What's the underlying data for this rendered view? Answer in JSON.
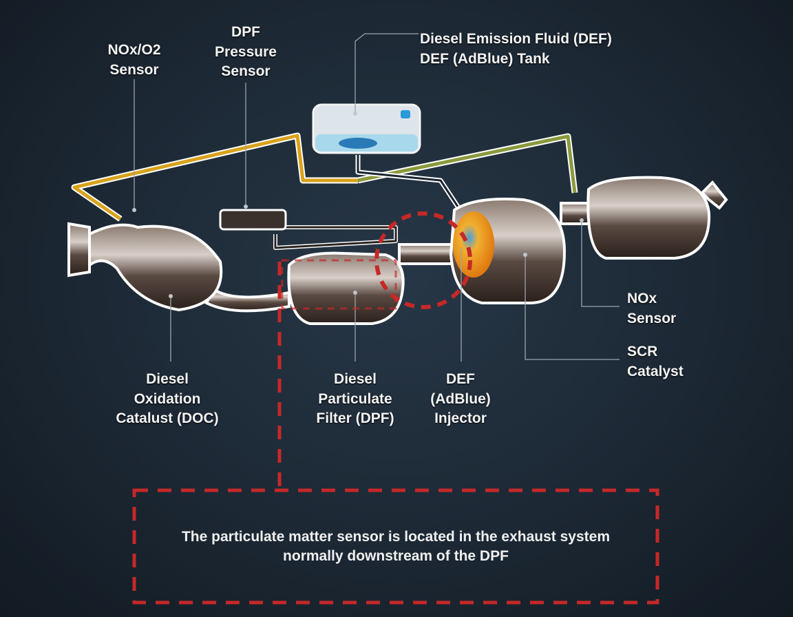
{
  "labels": {
    "nox_o2_sensor": [
      "NOx/O2",
      "Sensor"
    ],
    "dpf_pressure_sensor": [
      "DPF",
      "Pressure",
      "Sensor"
    ],
    "def_tank": [
      "Diesel Emission Fluid (DEF)",
      "DEF (AdBlue) Tank"
    ],
    "doc": [
      "Diesel",
      "Oxidation",
      "Catalust (DOC)"
    ],
    "dpf": [
      "Diesel",
      "Particulate",
      "Filter (DPF)"
    ],
    "def_injector": [
      "DEF",
      "(AdBlue)",
      "Injector"
    ],
    "nox_sensor": [
      "NOx",
      "Sensor"
    ],
    "scr_catalyst": [
      "SCR",
      "Catalyst"
    ]
  },
  "callout": {
    "text": "The particulate matter sensor is located in the exhaust system normally downstream of the DPF",
    "color": "#c62828"
  },
  "colors": {
    "wire_yellow": "#d9a21b",
    "wire_green": "#8a9a3c",
    "metal": "#5a4a42"
  }
}
